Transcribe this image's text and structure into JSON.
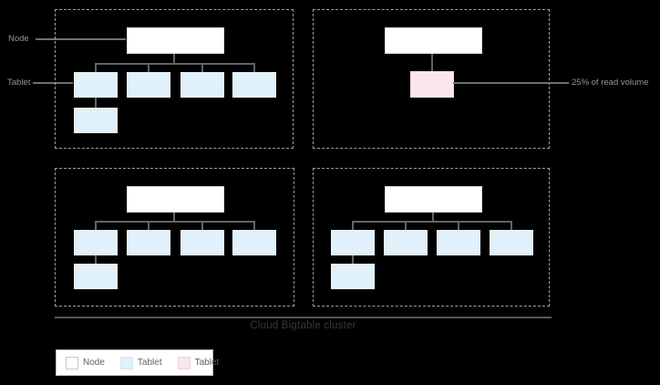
{
  "labels": {
    "node": "Node",
    "tablet": "Tablet",
    "read_volume": "25% of read volume"
  },
  "caption": "Cloud Bigtable cluster",
  "legend": {
    "items": [
      {
        "label": "Node",
        "swatch": "node-swatch",
        "color": "#ffffff"
      },
      {
        "label": "Tablet",
        "swatch": "tablet-swatch",
        "color": "#e1f1fb"
      },
      {
        "label": "Tablet",
        "swatch": "hot-tablet-swatch",
        "color": "#fbe5ee"
      }
    ]
  },
  "colors": {
    "background": "#000000",
    "node_fill": "#ffffff",
    "tablet_fill": "#e1f1fb",
    "hot_tablet_fill": "#fbe5ee",
    "dashed_border": "#9e9e9e",
    "connector": "#5f6368",
    "label_text": "#959595",
    "caption_text": "#35373a"
  },
  "structure": {
    "quadrants": [
      {
        "name": "top-left",
        "node_count": 1,
        "tablets": 5,
        "hot_tablets": 0
      },
      {
        "name": "top-right",
        "node_count": 1,
        "tablets": 0,
        "hot_tablets": 1
      },
      {
        "name": "bottom-left",
        "node_count": 1,
        "tablets": 5,
        "hot_tablets": 0
      },
      {
        "name": "bottom-right",
        "node_count": 1,
        "tablets": 5,
        "hot_tablets": 0
      }
    ]
  }
}
